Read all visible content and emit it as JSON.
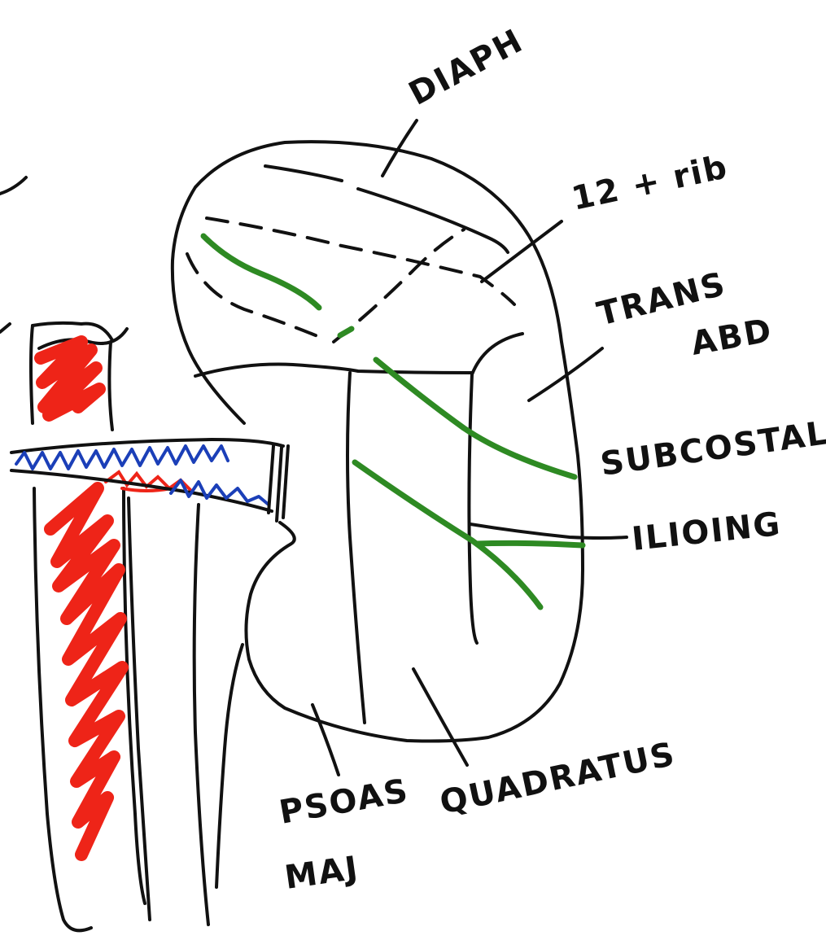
{
  "labels": {
    "diaphragm": "DIAPH",
    "rib": "12 + rib",
    "transversus_line1": "TRANS",
    "transversus_line2": "ABD",
    "subcostal": "SUBCOSTAL",
    "ilioinguinal": "ILIOING",
    "quadratus": "QUADRATUS",
    "psoas_line1": "PSOAS",
    "psoas_line2": "MAJ"
  },
  "colors": {
    "ink": "#111111",
    "nerve": "#2e8a23",
    "artery": "#ee2418",
    "vein": "#1b3fb8"
  }
}
